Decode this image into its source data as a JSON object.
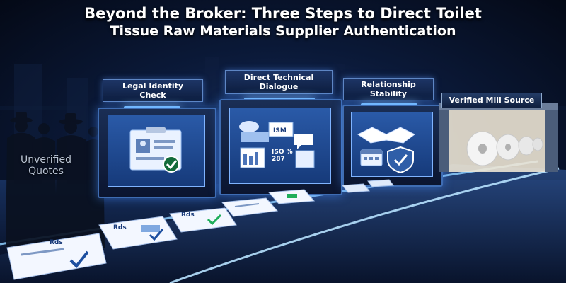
{
  "headline": {
    "line1": "Beyond the Broker: Three Steps to Direct Toilet",
    "line2": "Tissue Raw Materials Supplier Authentication"
  },
  "broker_area": {
    "label": "Unverified Quotes"
  },
  "steps": [
    {
      "label_line1": "Legal Identity",
      "label_line2": "Check",
      "icon": "id-document-check-icon"
    },
    {
      "label_line1": "Direct Technical",
      "label_line2": "Dialogue",
      "icon": "chat-and-documents-icon",
      "badges": [
        "ISM",
        "ISO %",
        "287"
      ]
    },
    {
      "label_line1": "Relationship",
      "label_line2": "Stability",
      "icon": "handshake-shield-icon"
    }
  ],
  "destination": {
    "label": "Verified Mill Source",
    "icon": "paper-rolls-icon"
  },
  "path_documents": {
    "stamp_text": "Rds"
  },
  "colors": {
    "accent": "#6fb8ff",
    "check": "#1fae5a",
    "background": "#050a18"
  }
}
